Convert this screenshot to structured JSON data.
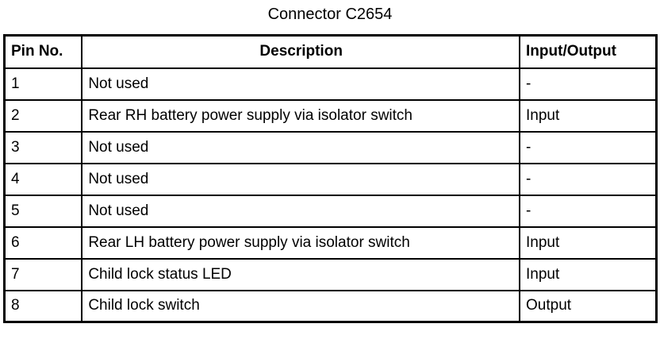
{
  "page": {
    "title": "Connector C2654"
  },
  "table": {
    "headers": {
      "pin": "Pin No.",
      "description": "Description",
      "io": "Input/Output"
    },
    "rows": [
      {
        "pin": "1",
        "description": "Not used",
        "io": "-"
      },
      {
        "pin": "2",
        "description": "Rear RH battery power supply via isolator switch",
        "io": "Input"
      },
      {
        "pin": "3",
        "description": "Not used",
        "io": "-"
      },
      {
        "pin": "4",
        "description": "Not used",
        "io": "-"
      },
      {
        "pin": "5",
        "description": "Not used",
        "io": "-"
      },
      {
        "pin": "6",
        "description": "Rear LH battery power supply via isolator switch",
        "io": "Input"
      },
      {
        "pin": "7",
        "description": "Child lock status LED",
        "io": "Input"
      },
      {
        "pin": "8",
        "description": "Child lock switch",
        "io": "Output"
      }
    ],
    "colors": {
      "border": "#000000",
      "text": "#000000",
      "background": "#ffffff"
    }
  }
}
